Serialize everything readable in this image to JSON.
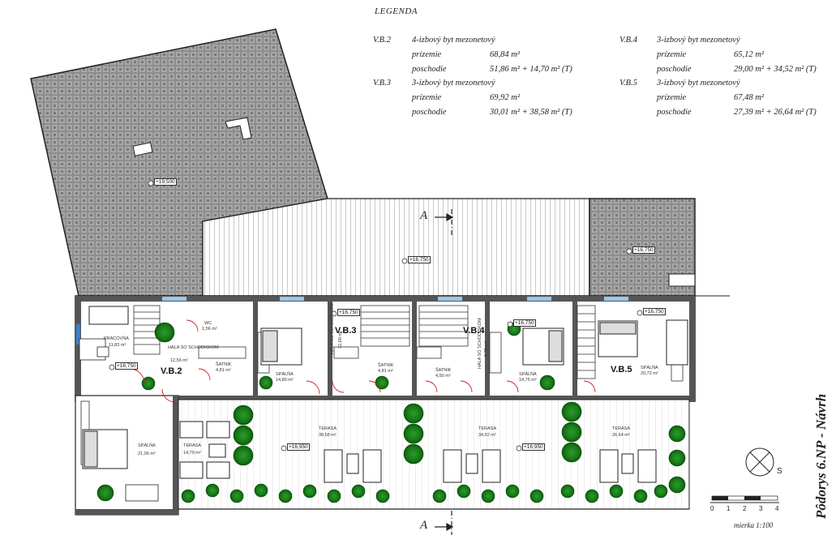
{
  "legend": {
    "title": "LEGENDA",
    "units": [
      {
        "code": "V.B.2",
        "type": "4-izbový byt mezonetový",
        "ground_label": "prízemie",
        "ground_value": "68,84 m²",
        "upper_label": "poschodie",
        "upper_value": "51,86 m² + 14,70 m² (T)"
      },
      {
        "code": "V.B.3",
        "type": "3-izbový byt mezonetový",
        "ground_label": "prízemie",
        "ground_value": "69,92 m²",
        "upper_label": "poschodie",
        "upper_value": "30,01 m² + 38,58 m² (T)"
      },
      {
        "code": "V.B.4",
        "type": "3-izbový byt mezonetový",
        "ground_label": "prízemie",
        "ground_value": "65,12 m²",
        "upper_label": "poschodie",
        "upper_value": "29,00 m² + 34,52 m² (T)"
      },
      {
        "code": "V.B.5",
        "type": "3-izbový byt mezonetový",
        "ground_label": "prízemie",
        "ground_value": "67,48 m²",
        "upper_label": "poschodie",
        "upper_value": "27,39 m² + 26,64 m² (T)"
      }
    ]
  },
  "sheet_title": "Pôdorys 6.NP - Návrh",
  "section_marker": "A",
  "scale": {
    "label": "mierka 1:100",
    "ticks": [
      "0",
      "1",
      "2",
      "3",
      "4"
    ]
  },
  "compass_letter": "S",
  "levels": {
    "roof_left": "+19,500",
    "roof_mid": "+16,750",
    "roof_right": "+16,750",
    "terrace": "+16,950",
    "unit_floor": "+16,750"
  },
  "unit_labels": [
    "V.B.2",
    "V.B.3",
    "V.B.4",
    "V.B.5"
  ],
  "rooms": {
    "pracovna": "PRACOVŇA",
    "pracovna_area": "11,83 m²",
    "wc": "WC",
    "wc_area": "1,56 m²",
    "hala": "HALA SO SCHODISKOM",
    "hala_area": "12,56 m²",
    "satnik": "ŠATNÍK",
    "satnik_area": "4,81 m²",
    "spalna": "SPÁLŇA",
    "spalna2_area": "21,06 m²",
    "spalna3_area": "14,80 m²",
    "spalna4_area": "14,75 m²",
    "spalna5_area": "20,72 m²",
    "hala3_area": "12,60 m²",
    "hala4_area": "9,76 m²",
    "satnik3_area": "4,81 m²",
    "satnik4_area": "4,50 m²",
    "terasa": "TERASA",
    "terasa2_area": "14,70 m²",
    "terasa3_area": "38,58 m²",
    "terasa4_area": "34,52 m²",
    "terasa5_area": "26,64 m²"
  }
}
